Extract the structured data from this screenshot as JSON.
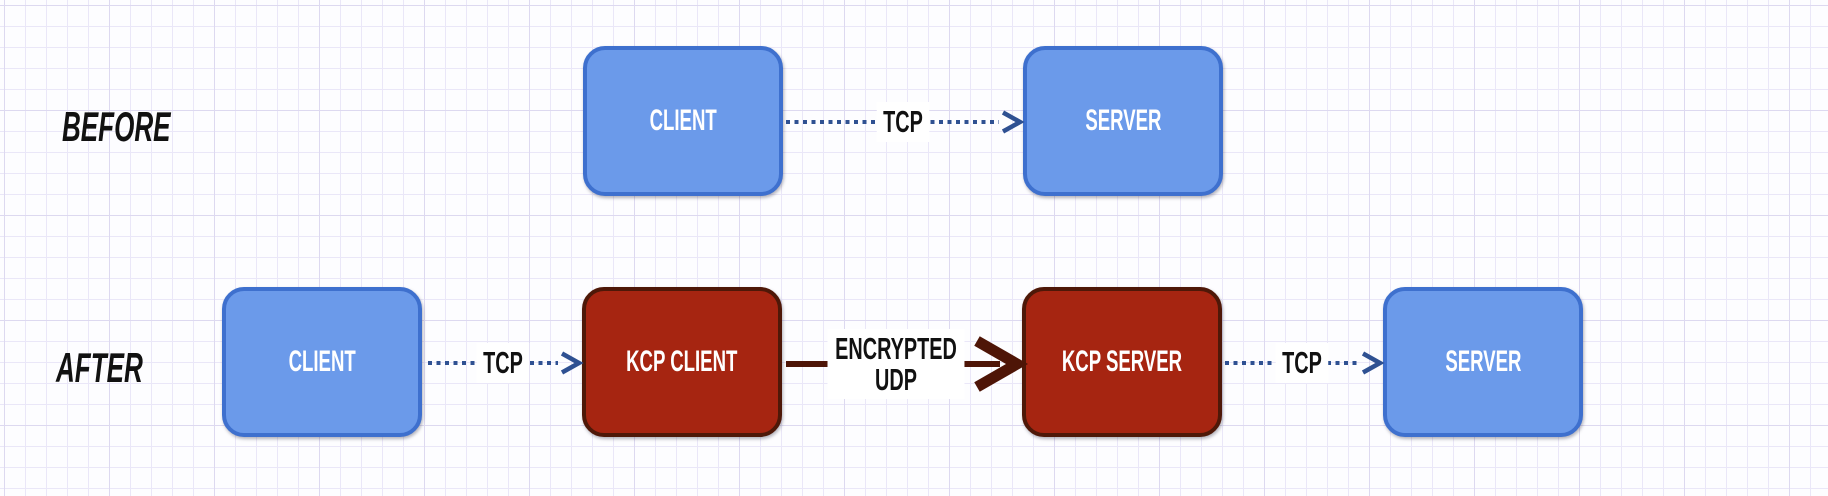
{
  "diagram": {
    "rows": {
      "before": {
        "label": "BEFORE"
      },
      "after": {
        "label": "AFTER"
      }
    },
    "nodes": {
      "before_client": {
        "label": "CLIENT",
        "type": "blue"
      },
      "before_server": {
        "label": "SERVER",
        "type": "blue"
      },
      "after_client": {
        "label": "CLIENT",
        "type": "blue"
      },
      "after_kcp_client": {
        "label": "KCP CLIENT",
        "type": "red"
      },
      "after_kcp_server": {
        "label": "KCP SERVER",
        "type": "red"
      },
      "after_server": {
        "label": "SERVER",
        "type": "blue"
      }
    },
    "edges": {
      "before_tcp": {
        "label": "TCP",
        "style": "dotted"
      },
      "after_tcp_in": {
        "label": "TCP",
        "style": "dotted"
      },
      "after_udp": {
        "label_line1": "ENCRYPTED",
        "label_line2": "UDP",
        "style": "solid"
      },
      "after_tcp_out": {
        "label": "TCP",
        "style": "dotted"
      }
    },
    "colors": {
      "background": "#FDFDFF",
      "grid_minor": "#EAE7F8",
      "grid_major": "#DDD9F0",
      "blue_fill": "#6B9AEA",
      "blue_border": "#3E70CE",
      "red_fill": "#A62511",
      "red_border": "#4E1808",
      "tcp_arrow": "#2F5192",
      "udp_arrow": "#4E1507",
      "text_dark": "#111111",
      "text_light": "#FFFFFF"
    }
  }
}
